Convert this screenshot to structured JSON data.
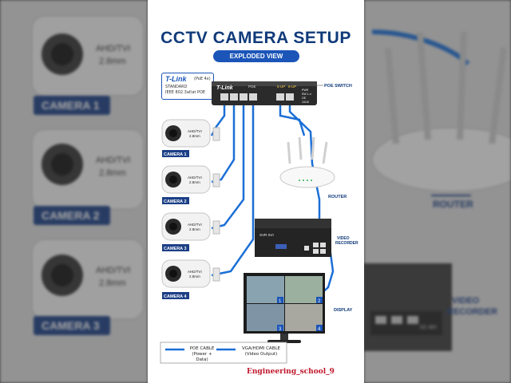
{
  "title": "CCTV CAMERA SETUP",
  "subtitle": "EXPLODED VIEW",
  "switch": {
    "brand": "T-Link",
    "label": "POE SWITCH",
    "port_group_poe": "POE",
    "port_uplink_1": "5-UP",
    "port_uplink_2": "6-UP",
    "leds": [
      "PWR",
      "SW 1-4",
      "GE",
      "10LM"
    ]
  },
  "info_box": {
    "brand": "T-Link",
    "model": "(PoE 4x)",
    "standard_line1": "STANDARD",
    "standard_line2": "IEEE 802.3af/at POE"
  },
  "cameras": [
    {
      "label": "CAMERA 1",
      "model": "AHD/TVI",
      "lens": "2.8mm"
    },
    {
      "label": "CAMERA 2",
      "model": "AHD/TVI",
      "lens": "2.8mm"
    },
    {
      "label": "CAMERA 3",
      "model": "AHD/TVI",
      "lens": "2.8mm"
    },
    {
      "label": "CAMERA 4",
      "model": "AHD/TVI",
      "lens": "2.8mm"
    }
  ],
  "router": {
    "label": "ROUTER"
  },
  "recorder": {
    "label_line1": "VIDEO",
    "label_line2": "RECORDER",
    "front_text": "SVR SVI"
  },
  "display": {
    "label": "DISPLAY",
    "panels": [
      "1",
      "2",
      "3",
      "4"
    ]
  },
  "legend": [
    {
      "label_line1": "POE CABLE",
      "label_line2": "(Power + Data)",
      "color": "#1b6fd6"
    },
    {
      "label_line1": "VGA/HDMI CABLE",
      "label_line2": "(Video Output)",
      "color": "#1b6fd6"
    }
  ],
  "watermark": "Engineering_school_9",
  "background": {
    "left_cameras": [
      {
        "label": "CAMERA 1",
        "model": "AHD/TVI",
        "lens": "2.8mm"
      },
      {
        "label": "CAMERA 2",
        "model": "AHD/TVI",
        "lens": "2.8mm"
      },
      {
        "label": "CAMERA 3",
        "model": "AHD/TVI",
        "lens": "2.8mm"
      }
    ],
    "right_router": "ROUTER",
    "right_recorder_line1": "VIDEO",
    "right_recorder_line2": "RECORDER",
    "right_dc_label": "DC 48V"
  },
  "colors": {
    "title": "#103a7a",
    "accent": "#1b55b8",
    "cable": "#1b6fd6",
    "watermark": "#c0182c"
  }
}
